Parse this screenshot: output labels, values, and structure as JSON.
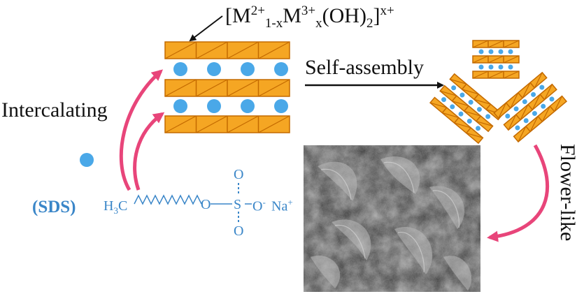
{
  "formula": {
    "bracket_open": "[",
    "m2": "M",
    "m2_charge": "2+",
    "m2_sub": "1-x",
    "m3": "M",
    "m3_charge": "3+",
    "m3_sub": "x",
    "oh": "(OH)",
    "oh_sub": "2",
    "bracket_close": "]",
    "layer_charge": "x+"
  },
  "labels": {
    "self_assembly": "Self-assembly",
    "intercalating": "Intercalating",
    "flower_like": "Flower-like",
    "sds": "(SDS)"
  },
  "molecule": {
    "h3c_main": "H",
    "h3c_sub": "3",
    "h3c_tail": "C",
    "oxygen_top": "O",
    "oxygen_bottom": "O",
    "ester_oxygen": "O",
    "sulfur": "S",
    "anion_oxygen": "O",
    "anion_charge": "-",
    "sodium": "Na",
    "sodium_charge": "+"
  },
  "colors": {
    "layer_fill": "#f5a623",
    "layer_line": "#c46a00",
    "ion": "#4aa8e8",
    "arrow_pink": "#e8457a",
    "sds_blue": "#3a86c8",
    "text": "#111111"
  },
  "icons": {
    "surfactant_ion": "blue-circle-icon",
    "pink_arrow": "curved-arrow-icon"
  }
}
